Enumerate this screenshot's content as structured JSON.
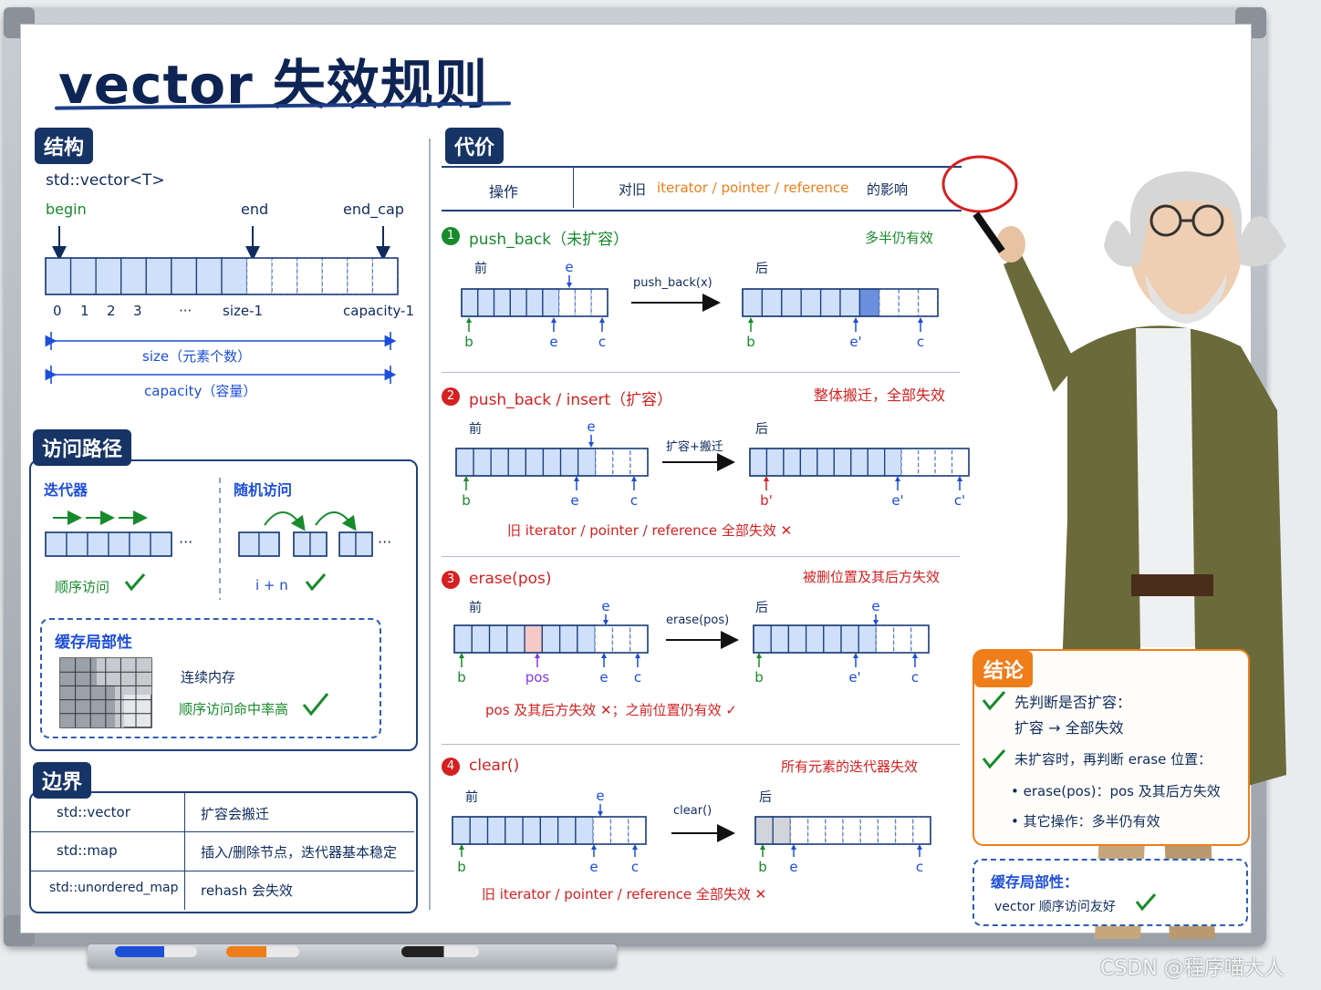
{
  "title": "vector 失效规则",
  "structure": {
    "tag": "结构",
    "type_label": "std::vector<T>",
    "begin": "begin",
    "end": "end",
    "end_cap": "end_cap",
    "idx0": "0",
    "idx1": "1",
    "idx2": "2",
    "idx3": "3",
    "dots": "···",
    "size_minus_1": "size-1",
    "capacity_minus_1": "capacity-1",
    "size_label": "size（元素个数）",
    "capacity_label": "capacity（容量）"
  },
  "access": {
    "tag": "访问路径",
    "iterator": "迭代器",
    "random": "随机访问",
    "sequential": "顺序访问",
    "i_plus_n": "i + n",
    "dots": "···",
    "cache_title": "缓存局部性",
    "contiguous": "连续内存",
    "hit_rate": "顺序访问命中率高"
  },
  "boundary": {
    "tag": "边界",
    "rows": [
      {
        "name": "std::vector",
        "desc": "扩容会搬迁"
      },
      {
        "name": "std::map",
        "desc": "插入/删除节点，迭代器基本稳定"
      },
      {
        "name": "std::unordered_map",
        "desc": "rehash 会失效"
      }
    ]
  },
  "cost": {
    "tag": "代价",
    "header_op": "操作",
    "header_effect_pre": "对旧",
    "header_effect_mid": "iterator / pointer / reference",
    "header_effect_post": "的影响",
    "before": "前",
    "after": "后",
    "cases": [
      {
        "num": "1",
        "title": "push_back（未扩容）",
        "result": "多半仍有效",
        "op": "push_back(x)",
        "labels_before": [
          "b",
          "e",
          "c"
        ],
        "labels_after": [
          "b",
          "e'",
          "c"
        ],
        "top_before": "e"
      },
      {
        "num": "2",
        "title": "push_back / insert（扩容）",
        "result": "整体搬迁，全部失效",
        "op": "扩容+搬迁",
        "labels_before": [
          "b",
          "e",
          "c"
        ],
        "labels_after": [
          "b'",
          "e'",
          "c'"
        ],
        "top_before": "e",
        "note": "旧 iterator / pointer / reference 全部失效 ✕"
      },
      {
        "num": "3",
        "title": "erase(pos)",
        "result": "被删位置及其后方失效",
        "op": "erase(pos)",
        "labels_before": [
          "b",
          "pos",
          "e",
          "c"
        ],
        "labels_after": [
          "b",
          "e'",
          "c"
        ],
        "top_before": "e",
        "top_after": "e",
        "note": "pos 及其后方失效 ✕；之前位置仍有效 ✓"
      },
      {
        "num": "4",
        "title": "clear()",
        "result": "所有元素的迭代器失效",
        "op": "clear()",
        "labels_before": [
          "b",
          "e",
          "c"
        ],
        "labels_after": [
          "b",
          "e",
          "c"
        ],
        "top_before": "e",
        "note": "旧 iterator / pointer / reference 全部失效 ✕"
      }
    ]
  },
  "conclusion": {
    "tag": "结论",
    "line1": "先判断是否扩容：",
    "line2": "扩容 → 全部失效",
    "line3": "未扩容时，再判断 erase 位置：",
    "bullet1": "• erase(pos)：pos 及其后方失效",
    "bullet2": "• 其它操作：多半仍有效"
  },
  "cache_note": {
    "title": "缓存局部性：",
    "text": "vector 顺序访问友好"
  },
  "watermark": "CSDN @程序喵大人",
  "colors": {
    "navy": "#0f2b5c",
    "blue": "#1d4ed8",
    "red": "#d42020",
    "green": "#178a2c",
    "cell_fill": "#cfe0fb",
    "orange": "#ef7d1a"
  }
}
